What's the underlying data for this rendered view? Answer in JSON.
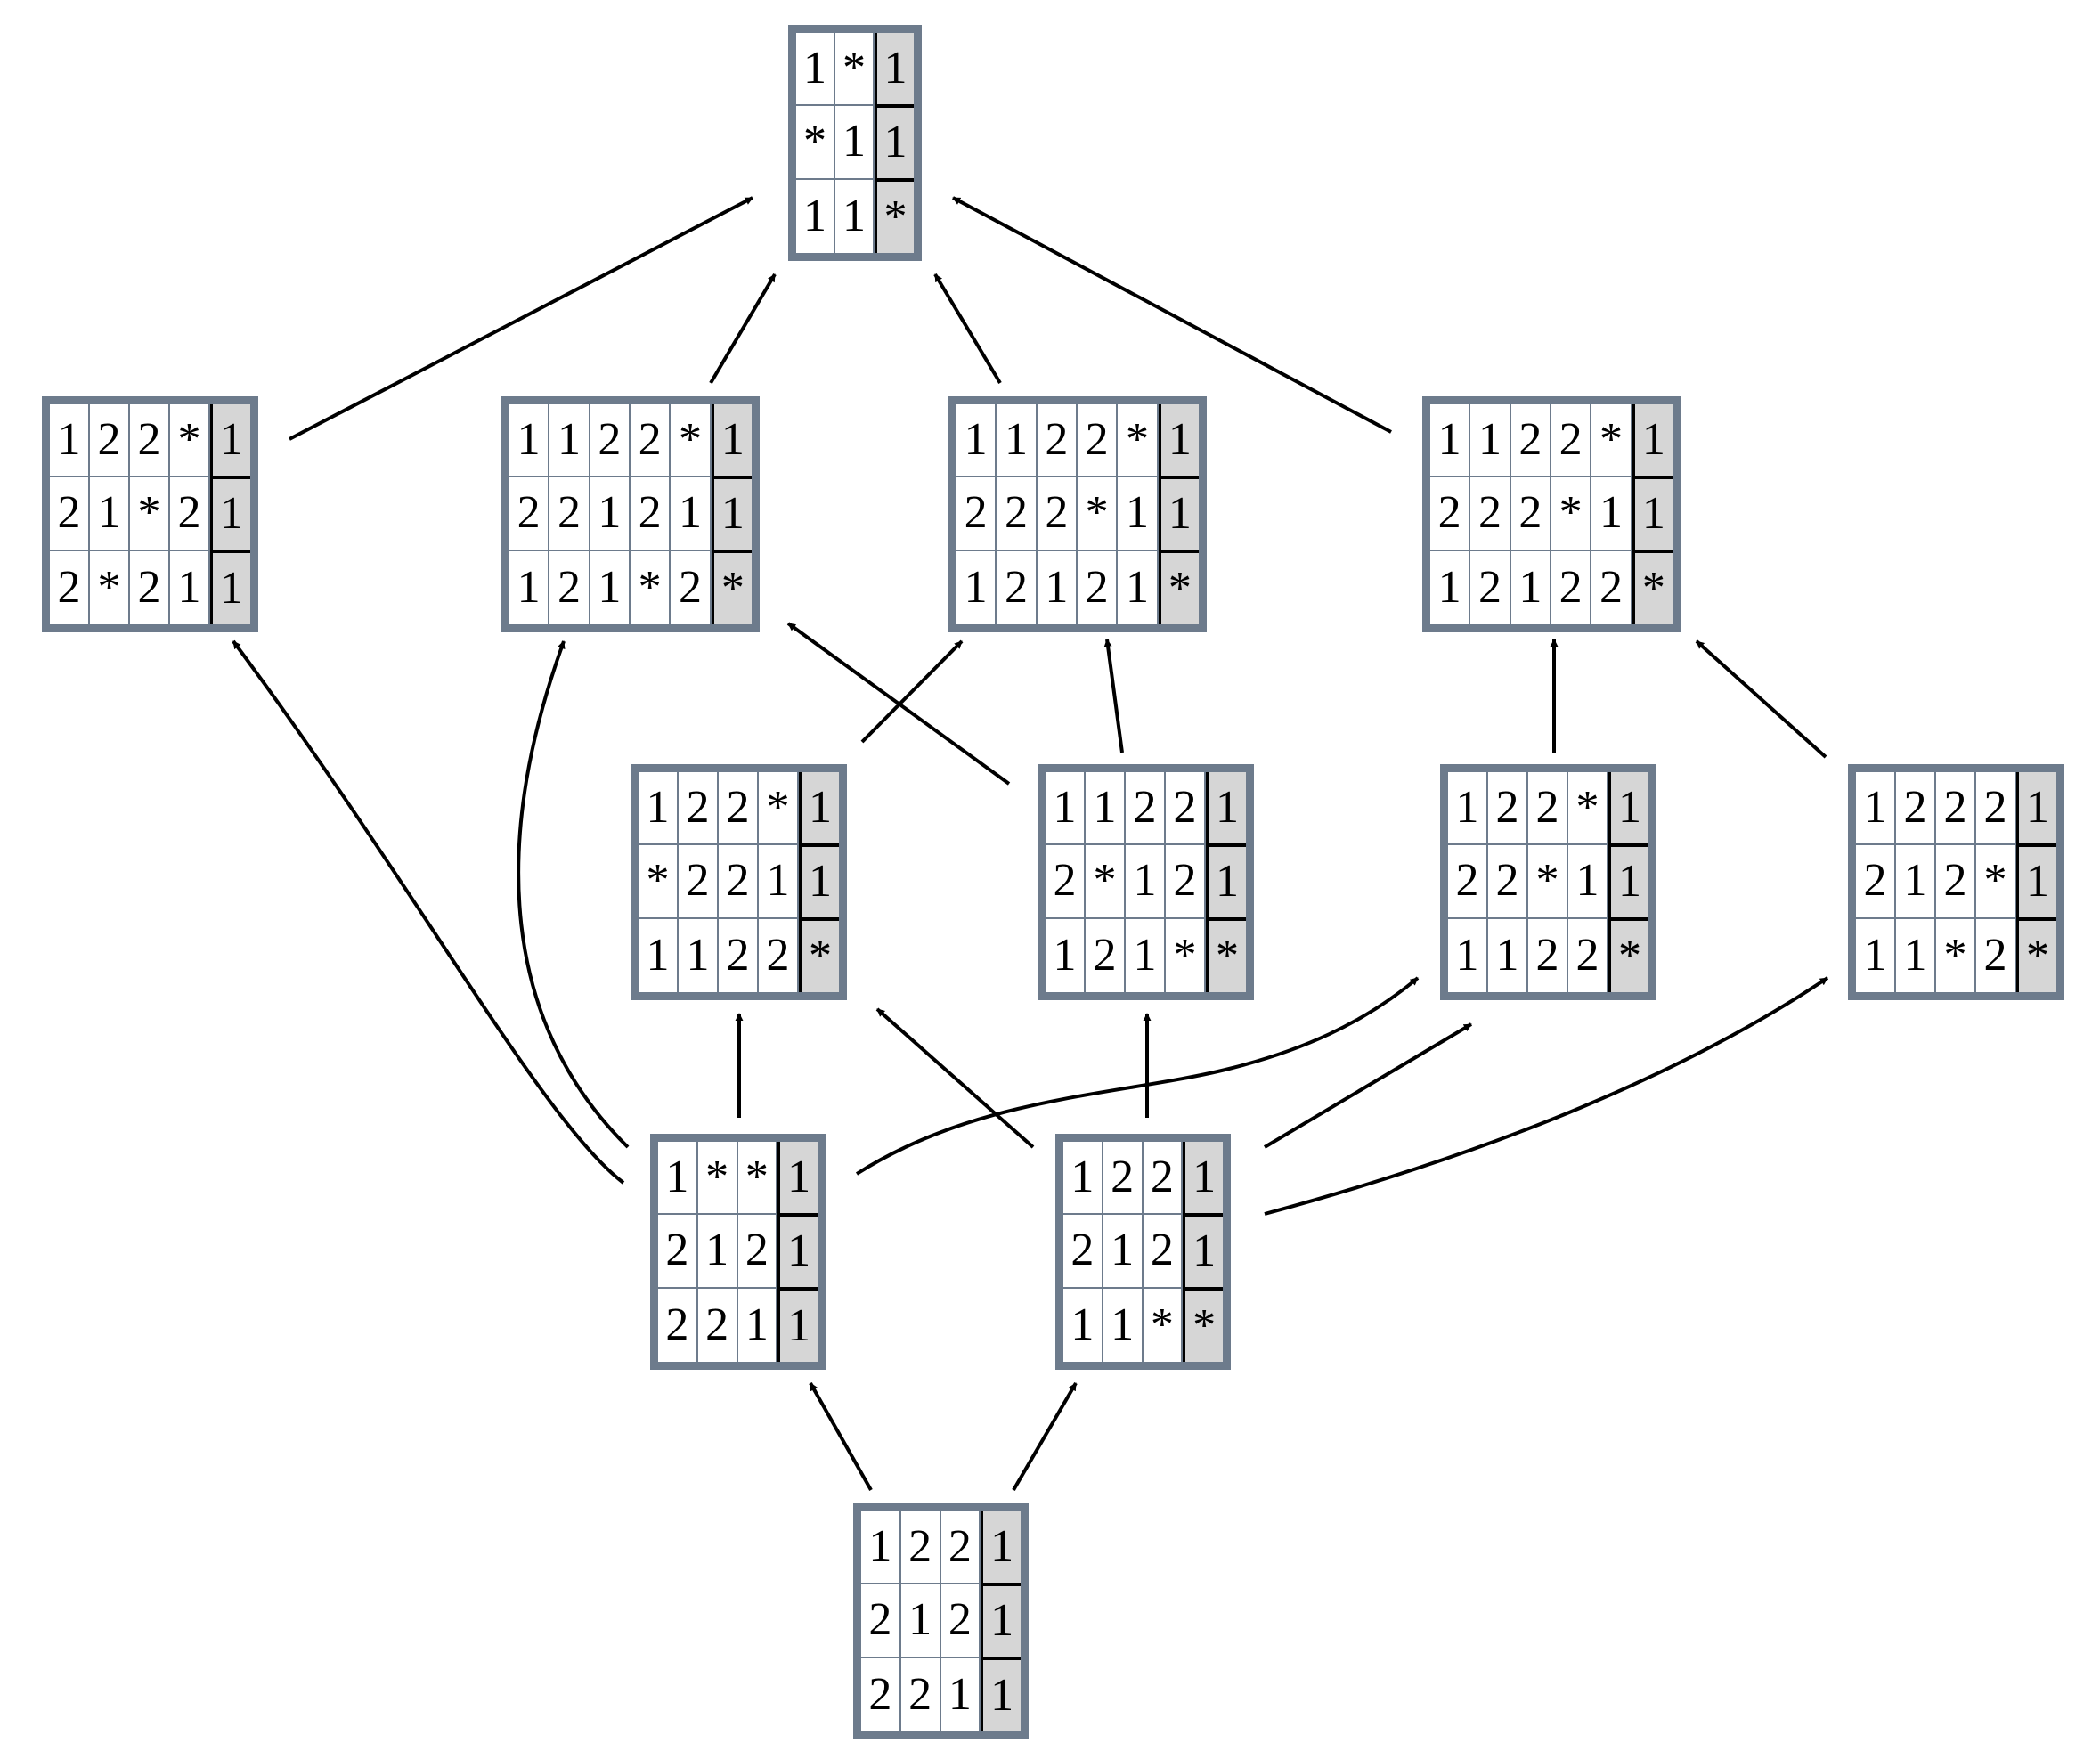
{
  "colors": {
    "frame": "#6d7b8c",
    "highlight": "#d6d6d6",
    "arrow": "#000000"
  },
  "nodes": [
    {
      "id": "top",
      "rows": [
        [
          "1",
          "*",
          "1"
        ],
        [
          "*",
          "1",
          "1"
        ],
        [
          "1",
          "1",
          "*"
        ]
      ]
    },
    {
      "id": "l2a",
      "rows": [
        [
          "1",
          "2",
          "2",
          "*",
          "1"
        ],
        [
          "2",
          "1",
          "*",
          "2",
          "1"
        ],
        [
          "2",
          "*",
          "2",
          "1",
          "1"
        ]
      ]
    },
    {
      "id": "l2b",
      "rows": [
        [
          "1",
          "1",
          "2",
          "2",
          "*",
          "1"
        ],
        [
          "2",
          "2",
          "1",
          "2",
          "1",
          "1"
        ],
        [
          "1",
          "2",
          "1",
          "*",
          "2",
          "*"
        ]
      ]
    },
    {
      "id": "l2c",
      "rows": [
        [
          "1",
          "1",
          "2",
          "2",
          "*",
          "1"
        ],
        [
          "2",
          "2",
          "2",
          "*",
          "1",
          "1"
        ],
        [
          "1",
          "2",
          "1",
          "2",
          "1",
          "*"
        ]
      ]
    },
    {
      "id": "l2d",
      "rows": [
        [
          "1",
          "1",
          "2",
          "2",
          "*",
          "1"
        ],
        [
          "2",
          "2",
          "2",
          "*",
          "1",
          "1"
        ],
        [
          "1",
          "2",
          "1",
          "2",
          "2",
          "*"
        ]
      ]
    },
    {
      "id": "l3a",
      "rows": [
        [
          "1",
          "2",
          "2",
          "*",
          "1"
        ],
        [
          "*",
          "2",
          "2",
          "1",
          "1"
        ],
        [
          "1",
          "1",
          "2",
          "2",
          "*"
        ]
      ]
    },
    {
      "id": "l3b",
      "rows": [
        [
          "1",
          "1",
          "2",
          "2",
          "1"
        ],
        [
          "2",
          "*",
          "1",
          "2",
          "1"
        ],
        [
          "1",
          "2",
          "1",
          "*",
          "*"
        ]
      ]
    },
    {
      "id": "l3c",
      "rows": [
        [
          "1",
          "2",
          "2",
          "*",
          "1"
        ],
        [
          "2",
          "2",
          "*",
          "1",
          "1"
        ],
        [
          "1",
          "1",
          "2",
          "2",
          "*"
        ]
      ]
    },
    {
      "id": "l3d",
      "rows": [
        [
          "1",
          "2",
          "2",
          "2",
          "1"
        ],
        [
          "2",
          "1",
          "2",
          "*",
          "1"
        ],
        [
          "1",
          "1",
          "*",
          "2",
          "*"
        ]
      ]
    },
    {
      "id": "l4a",
      "rows": [
        [
          "1",
          "*",
          "*",
          "1"
        ],
        [
          "2",
          "1",
          "2",
          "1"
        ],
        [
          "2",
          "2",
          "1",
          "1"
        ]
      ]
    },
    {
      "id": "l4b",
      "rows": [
        [
          "1",
          "2",
          "2",
          "1"
        ],
        [
          "2",
          "1",
          "2",
          "1"
        ],
        [
          "1",
          "1",
          "*",
          "*"
        ]
      ]
    },
    {
      "id": "bottom",
      "rows": [
        [
          "1",
          "2",
          "2",
          "1"
        ],
        [
          "2",
          "1",
          "2",
          "1"
        ],
        [
          "2",
          "2",
          "1",
          "1"
        ]
      ]
    }
  ]
}
